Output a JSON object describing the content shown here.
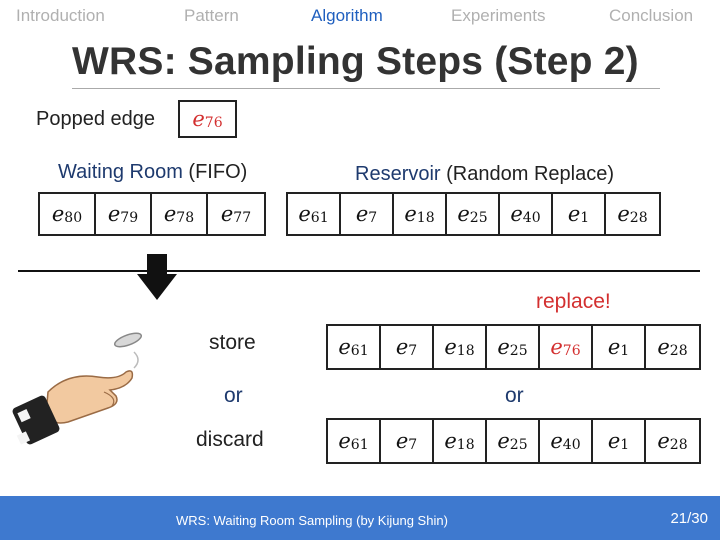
{
  "nav": [
    "Introduction",
    "Pattern",
    "Algorithm",
    "Experiments",
    "Conclusion"
  ],
  "nav_active": "Algorithm",
  "title": "WRS: Sampling Steps (Step 2)",
  "popped": {
    "label": "Popped edge",
    "edge": [
      "e",
      "76"
    ]
  },
  "waiting_room": {
    "title_bold": "Waiting Room",
    "title_rest": " (FIFO)",
    "edges": [
      [
        "e",
        "80"
      ],
      [
        "e",
        "79"
      ],
      [
        "e",
        "78"
      ],
      [
        "e",
        "77"
      ]
    ]
  },
  "reservoir": {
    "title_bold": "Reservoir",
    "title_rest": " (Random Replace)",
    "edges": [
      [
        "e",
        "61"
      ],
      [
        "e",
        "7"
      ],
      [
        "e",
        "18"
      ],
      [
        "e",
        "25"
      ],
      [
        "e",
        "40"
      ],
      [
        "e",
        "1"
      ],
      [
        "e",
        "28"
      ]
    ]
  },
  "replace_label": "replace!",
  "result_replace": [
    [
      "e",
      "61"
    ],
    [
      "e",
      "7"
    ],
    [
      "e",
      "18"
    ],
    [
      "e",
      "25"
    ],
    [
      "e",
      "76"
    ],
    [
      "e",
      "1"
    ],
    [
      "e",
      "28"
    ]
  ],
  "result_discard": [
    [
      "e",
      "61"
    ],
    [
      "e",
      "7"
    ],
    [
      "e",
      "18"
    ],
    [
      "e",
      "25"
    ],
    [
      "e",
      "40"
    ],
    [
      "e",
      "1"
    ],
    [
      "e",
      "28"
    ]
  ],
  "highlight_color": "#d32f2f",
  "words": {
    "store": "store",
    "or_left": "or",
    "discard": "discard",
    "or_right": "or"
  },
  "footer": {
    "text": "WRS: Waiting Room Sampling (by Kijung Shin)",
    "page": "21/30"
  },
  "icons": {
    "arrow": "down-arrow-icon",
    "hand": "coin-flip-hand-icon"
  }
}
